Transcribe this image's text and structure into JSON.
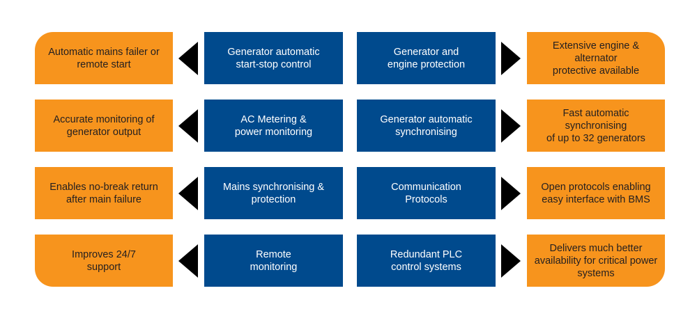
{
  "rows": [
    {
      "left_benefit": [
        "Automatic mains failer or",
        "remote start"
      ],
      "left_feature": [
        "Generator automatic",
        "start-stop control"
      ],
      "right_feature": [
        "Generator and",
        "engine protection"
      ],
      "right_benefit": [
        "Extensive engine & alternator",
        "protective available"
      ]
    },
    {
      "left_benefit": [
        "Accurate monitoring of",
        "generator output"
      ],
      "left_feature": [
        "AC Metering &",
        "power monitoring"
      ],
      "right_feature": [
        "Generator automatic",
        "synchronising"
      ],
      "right_benefit": [
        "Fast automatic synchronising",
        "of up to 32 generators"
      ]
    },
    {
      "left_benefit": [
        "Enables no-break return",
        "after main failure"
      ],
      "left_feature": [
        "Mains synchronising &",
        "protection"
      ],
      "right_feature": [
        "Communication",
        "Protocols"
      ],
      "right_benefit": [
        "Open protocols enabling",
        "easy interface with BMS"
      ]
    },
    {
      "left_benefit": [
        "Improves 24/7",
        "support"
      ],
      "left_feature": [
        "Remote",
        "monitoring"
      ],
      "right_feature": [
        "Redundant PLC",
        "control systems"
      ],
      "right_benefit": [
        "Delivers much better",
        "availability for critical power",
        "systems"
      ]
    }
  ],
  "colors": {
    "benefit_box": "#f7941d",
    "feature_box": "#004a8d",
    "arrow": "#000000"
  }
}
